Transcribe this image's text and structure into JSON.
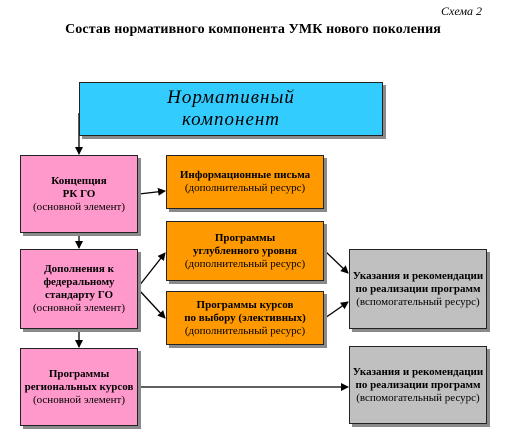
{
  "scheme_label": "Схема 2",
  "title": "Состав нормативного компонента УМК нового поколения",
  "colors": {
    "top_box": "#33ccff",
    "core_elements": "#ff99cc",
    "additional_resources": "#ff9900",
    "auxiliary_resources": "#c0c0c0"
  },
  "nodes": {
    "normative": {
      "line1": "Нормативный",
      "line2": "компонент"
    },
    "concept": {
      "line1": "Концепция",
      "line2": "РК ГО",
      "note": "(основной элемент)"
    },
    "additions": {
      "line1": "Дополнения к",
      "line2": "федеральному",
      "line3": "стандарту ГО",
      "note": "(основной элемент)"
    },
    "regional": {
      "line1": "Программы",
      "line2": "региональных курсов",
      "note": "(основной элемент)"
    },
    "info": {
      "line1": "Информационные письма",
      "note": "(дополнительный ресурс)"
    },
    "deep": {
      "line1": "Программы",
      "line2": "углубленного уровня",
      "note": "(дополнительный ресурс)"
    },
    "elective": {
      "line1": "Программы курсов",
      "line2": "по выбору (элективных)",
      "note": "(дополнительный ресурс)"
    },
    "guide1": {
      "line1": "Указания и рекомендации",
      "line2": "по реализации программ",
      "note": "(вспомогательный ресурс)"
    },
    "guide2": {
      "line1": "Указания и рекомендации",
      "line2": "по реализации программ",
      "note": "(вспомогательный ресурс)"
    }
  }
}
